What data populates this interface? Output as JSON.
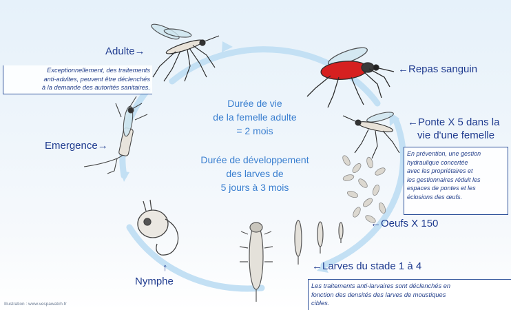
{
  "center_text": {
    "line1": "Durée de vie",
    "line2": "de la femelle adulte",
    "line3": "= 2 mois",
    "line4": "Durée de développement",
    "line5": "des larves de",
    "line6": "5 jours à 3 mois"
  },
  "stages": {
    "adult": "Adulte→",
    "blood_meal": "←Repas sanguin",
    "laying_line1": "←Ponte X 5 dans la",
    "laying_line2": "vie d'une femelle",
    "eggs": "←Oeufs X 150",
    "larvae": "←Larves du stade 1 à 4",
    "nymph_arrow": "↑",
    "nymph": "Nymphe",
    "emergence": "Emergence→"
  },
  "notes": {
    "adult_l1": "Exceptionnellement, des traitements",
    "adult_l2": "anti-adultes, peuvent être déclenchés",
    "adult_l3": "à la demande des autorités sanitaires.",
    "laying_l1": "En prévention, une gestion",
    "laying_l2": "hydraulique concertée",
    "laying_l3": "avec les propriétaires et",
    "laying_l4": "les gestionnaires réduit les",
    "laying_l5": "espaces de pontes et les",
    "laying_l6": "éclosions des œufs.",
    "larvae_l1": "Les traitements anti-larvaires sont déclenchés en",
    "larvae_l2": "fonction des densités des larves de moustiques",
    "larvae_l3": "cibles."
  },
  "credit": "Illustration : www.vespawatch.fr",
  "colors": {
    "title": "#1f3b8f",
    "center": "#3a7fd0",
    "cycle_arrow": "#bcdcf3",
    "blood": "#d62020"
  },
  "icons": [
    "mosquito-adult-icon",
    "mosquito-blood-meal-icon",
    "mosquito-laying-icon",
    "eggs-icon",
    "larva-icon",
    "nymph-icon",
    "emergence-icon"
  ]
}
